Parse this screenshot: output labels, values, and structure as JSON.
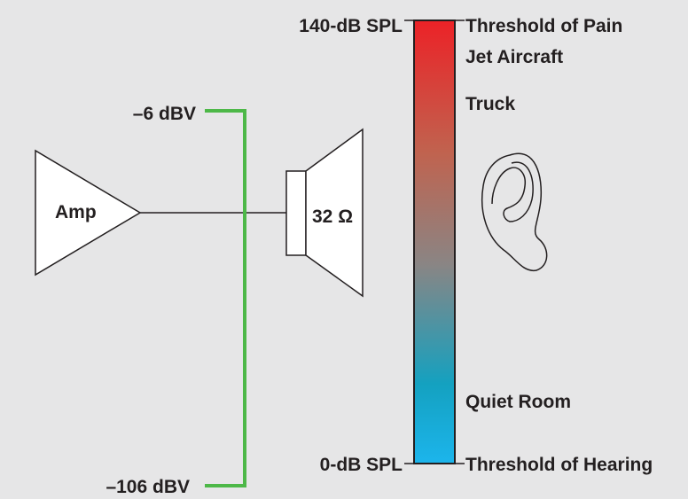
{
  "amp": {
    "label": "Amp"
  },
  "speaker": {
    "impedance": "32 Ω"
  },
  "voltage": {
    "top": "–6 dBV",
    "bottom": "–106 dBV",
    "color": "#4db848"
  },
  "spl_scale": {
    "top": "140-dB SPL",
    "bottom": "0-dB SPL",
    "top_color": "#ec2227",
    "bottom_color": "#1cb5ec"
  },
  "levels": [
    "Threshold of Pain",
    "Jet Aircraft",
    "Truck",
    "Quiet Room",
    "Threshold of Hearing"
  ]
}
